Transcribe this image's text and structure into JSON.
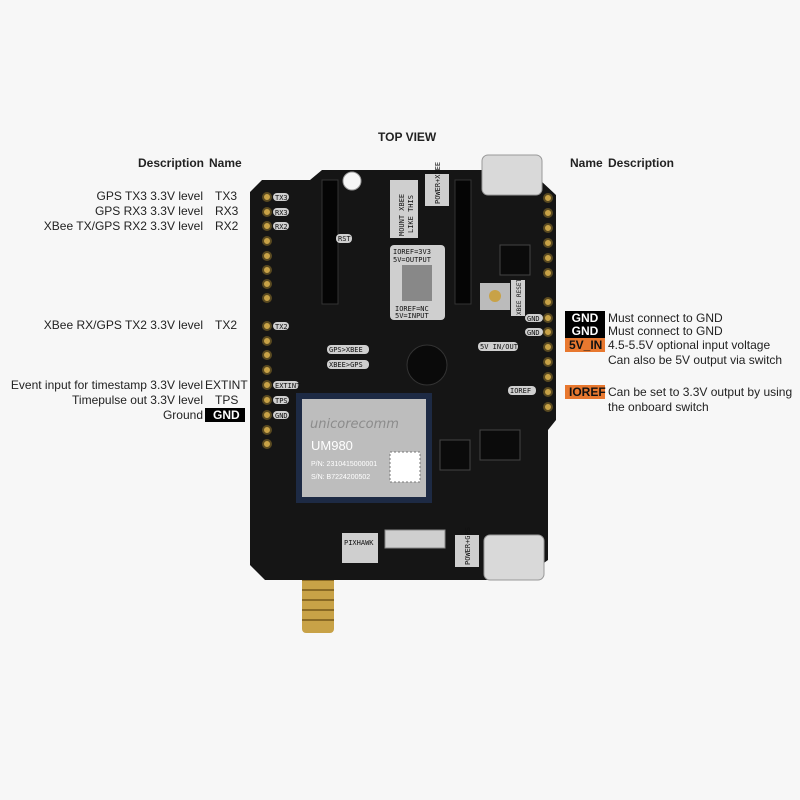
{
  "title": "TOP VIEW",
  "left_header": {
    "description": "Description",
    "name": "Name"
  },
  "right_header": {
    "name": "Name",
    "description": "Description"
  },
  "left_pins": [
    {
      "description": "GPS TX3 3.3V level",
      "name": "TX3"
    },
    {
      "description": "GPS RX3 3.3V level",
      "name": "RX3"
    },
    {
      "description": "XBee TX/GPS RX2 3.3V level",
      "name": "RX2"
    },
    {
      "description": "XBee RX/GPS TX2 3.3V level",
      "name": "TX2"
    },
    {
      "description": "Event input for timestamp 3.3V level",
      "name": "EXTINT"
    },
    {
      "description": "Timepulse out 3.3V level",
      "name": "TPS"
    },
    {
      "description": "Ground",
      "name": "GND",
      "highlight": "#000000"
    }
  ],
  "right_pins": [
    {
      "name": "GND",
      "description": "Must connect to GND",
      "highlight": "#000000"
    },
    {
      "name": "GND",
      "description": "Must connect to GND",
      "highlight": "#000000"
    },
    {
      "name": "5V_IN",
      "description": "4.5-5.5V optional input voltage",
      "description2": "Can also be 5V output via switch",
      "highlight": "#e8782f"
    },
    {
      "name": "IOREF",
      "description": "Can be set to 3.3V output by using",
      "description2": "the onboard switch",
      "highlight": "#e8782f"
    }
  ],
  "board": {
    "module_name": "UM980",
    "module_brand": "unicorecomm",
    "module_pn": "P/N: 2310415000001",
    "module_sn": "S/N: B7224200502",
    "silk": {
      "tx3": "TX3",
      "rx3": "RX3",
      "rx2": "RX2",
      "tx2": "TX2",
      "extint": "EXTINT",
      "tps": "TPS",
      "gnd": "GND",
      "mount1": "MOUNT XBEE",
      "mount2": "LIKE THIS",
      "sw_top1": "IOREF=3V3",
      "sw_top2": "5V=OUTPUT",
      "sw_bot1": "IOREF=NC",
      "sw_bot2": "5V=INPUT",
      "gps_xbee": "GPS>XBEE",
      "xbee_gps": "XBEE>GPS",
      "v5": "5V IN/OUT",
      "ioref": "IOREF",
      "rgnd": "GND",
      "xbee_reset": "XBEE RESET",
      "rst": "RST",
      "power_xbee": "POWER+XBEE",
      "power_gps": "POWER+GPS",
      "pixhawk": "PIXHAWK"
    }
  },
  "colors": {
    "accent": "#e8782f",
    "board": "#151515",
    "background": "#f7f7f7"
  }
}
